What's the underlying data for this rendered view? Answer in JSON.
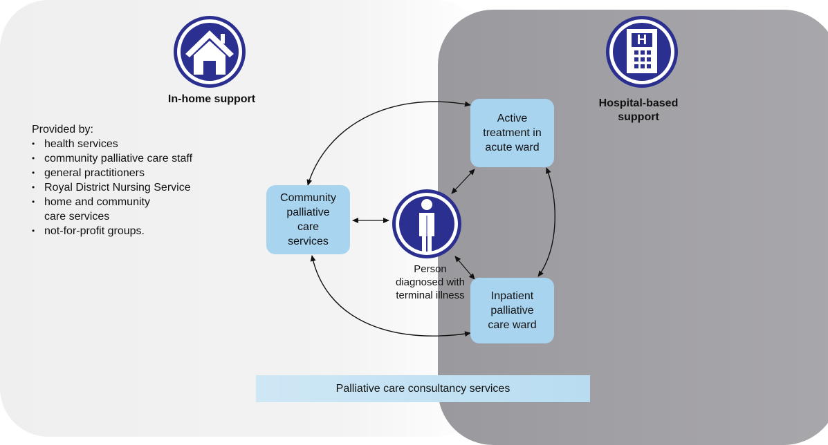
{
  "in_home": {
    "heading": "In-home support",
    "provided_by": "Provided by:",
    "providers": [
      "health services",
      "community palliative care staff",
      "general practitioners",
      "Royal District Nursing Service",
      "home and community\ncare services",
      "not-for-profit groups."
    ]
  },
  "hospital": {
    "heading": "Hospital-based\nsupport",
    "icon_letter": "H"
  },
  "nodes": {
    "community": "Community\npalliative\ncare\nservices",
    "active": "Active\ntreatment in\nacute ward",
    "inpatient": "Inpatient\npalliative\ncare ward"
  },
  "person_caption": "Person\ndiagnosed with\nterminal illness",
  "consultancy": "Palliative care consultancy services",
  "colors": {
    "icon_blue": "#2b2f8f",
    "node_fill": "#a9d4f0",
    "hospital_panel": "#a3a2a6",
    "home_panel": "#f0f0f0"
  }
}
